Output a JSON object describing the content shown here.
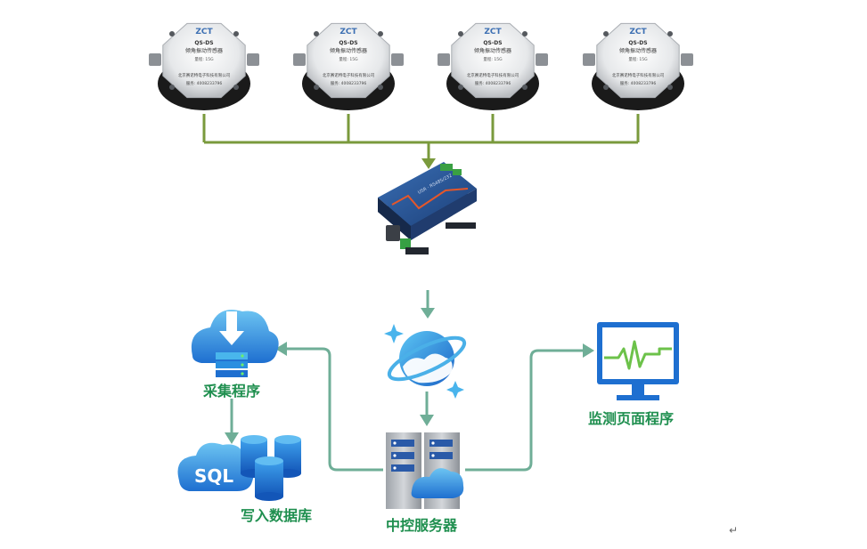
{
  "sensors": [
    {
      "brand": "ZCT",
      "model": "QS-DS",
      "name": "倾角振动传感器",
      "spec": "量程: 15G",
      "maker": "北京赛诺特电子科技有限公司",
      "phone": "服务: 4008233796"
    },
    {
      "brand": "ZCT",
      "model": "QS-DS",
      "name": "倾角振动传感器",
      "spec": "量程: 15G",
      "maker": "北京赛诺特电子科技有限公司",
      "phone": "服务: 4008233796"
    },
    {
      "brand": "ZCT",
      "model": "QS-DS",
      "name": "倾角振动传感器",
      "spec": "量程: 15G",
      "maker": "北京赛诺特电子科技有限公司",
      "phone": "服务: 4008233796"
    },
    {
      "brand": "ZCT",
      "model": "QS-DS",
      "name": "倾角振动传感器",
      "spec": "量程: 15G",
      "maker": "北京赛诺特电子科技有限公司",
      "phone": "服务: 4008233796"
    }
  ],
  "nodes": {
    "collector": {
      "label": "采集程序"
    },
    "database": {
      "label": "写入数据库",
      "sql_text": "SQL"
    },
    "server": {
      "label": "中控服务器"
    },
    "monitor": {
      "label": "监测页面程序"
    }
  },
  "colors": {
    "bus_line": "#7a9a3c",
    "flow_arrow": "#6fae97",
    "label_text": "#1f8f4f",
    "azure_blue": "#1e78d6",
    "azure_light": "#5cc0ee",
    "monitor_wave": "#6cc24a"
  }
}
